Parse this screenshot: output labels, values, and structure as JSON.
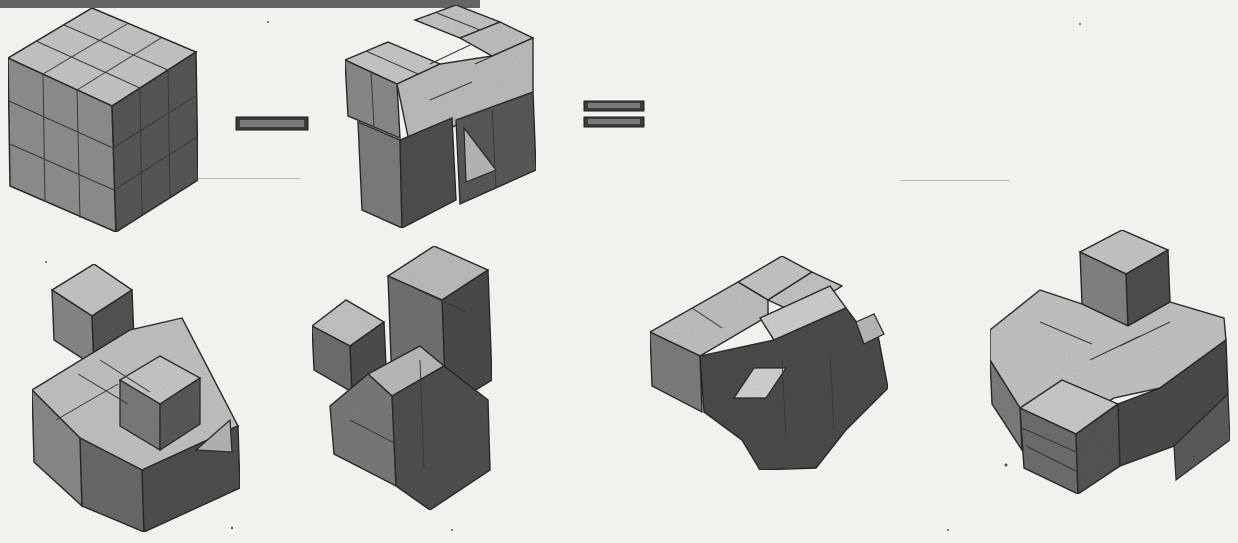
{
  "figure": {
    "equation": {
      "operand_a": "solid-cube",
      "operator_1": "minus",
      "operand_b": "cube-with-cavity",
      "operator_2": "equals"
    },
    "result_pieces": [
      "piece-1",
      "piece-2",
      "piece-3",
      "piece-4"
    ]
  },
  "colors": {
    "paper": "#f2f1ee",
    "top_face": "#c9c9c9",
    "left_face": "#8c8c8c",
    "right_face": "#555555",
    "edge": "#2a2a2a"
  }
}
